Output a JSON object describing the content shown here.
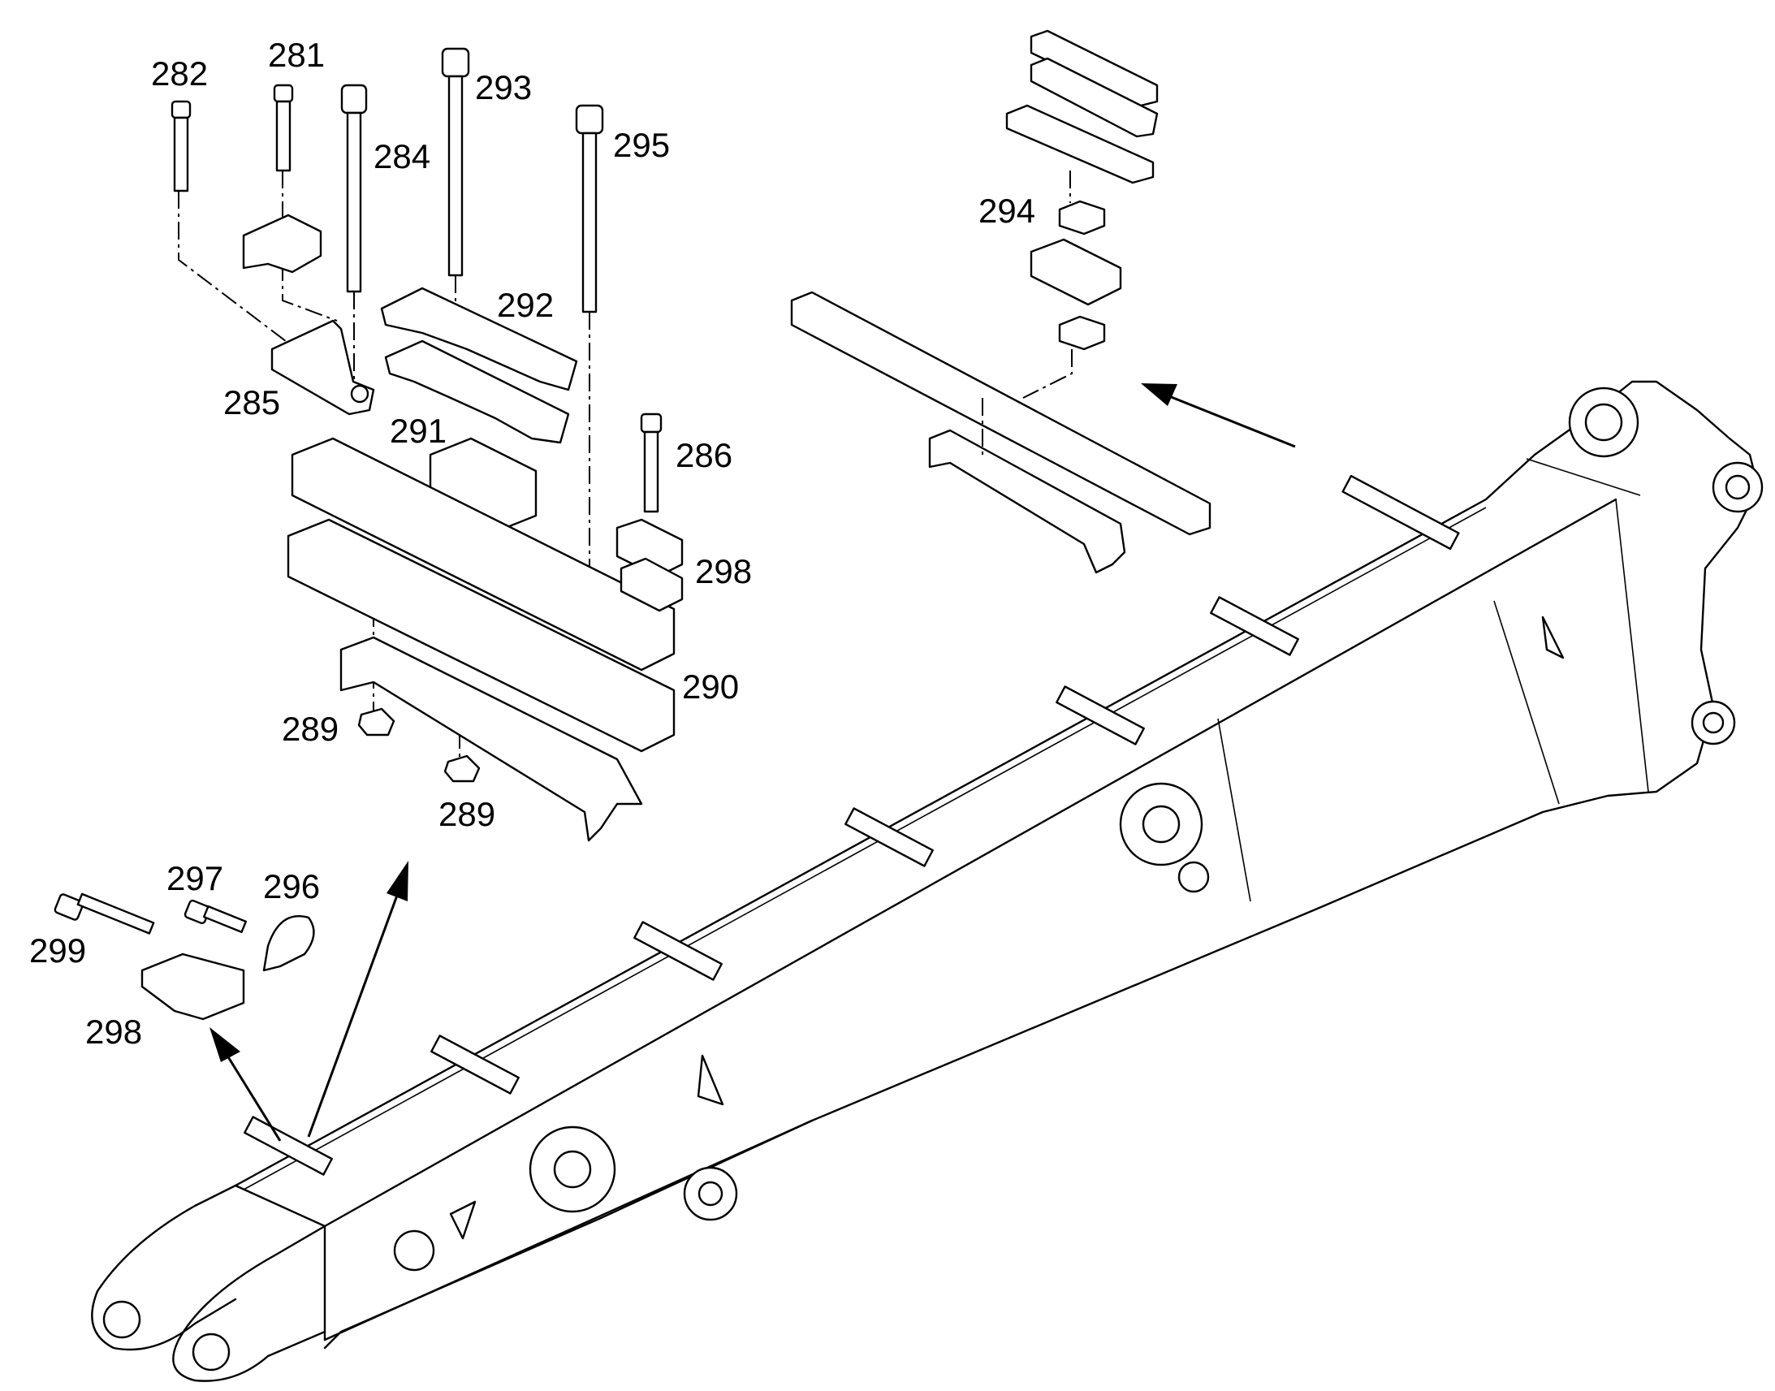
{
  "diagram": {
    "labels": {
      "l282": "282",
      "l281": "281",
      "l293": "293",
      "l284": "284",
      "l295": "295",
      "l292": "292",
      "l285": "285",
      "l291": "291",
      "l286": "286",
      "l298a": "298",
      "l290": "290",
      "l289a": "289",
      "l289b": "289",
      "l297": "297",
      "l296": "296",
      "l299": "299",
      "l298b": "298",
      "l294": "294"
    }
  }
}
